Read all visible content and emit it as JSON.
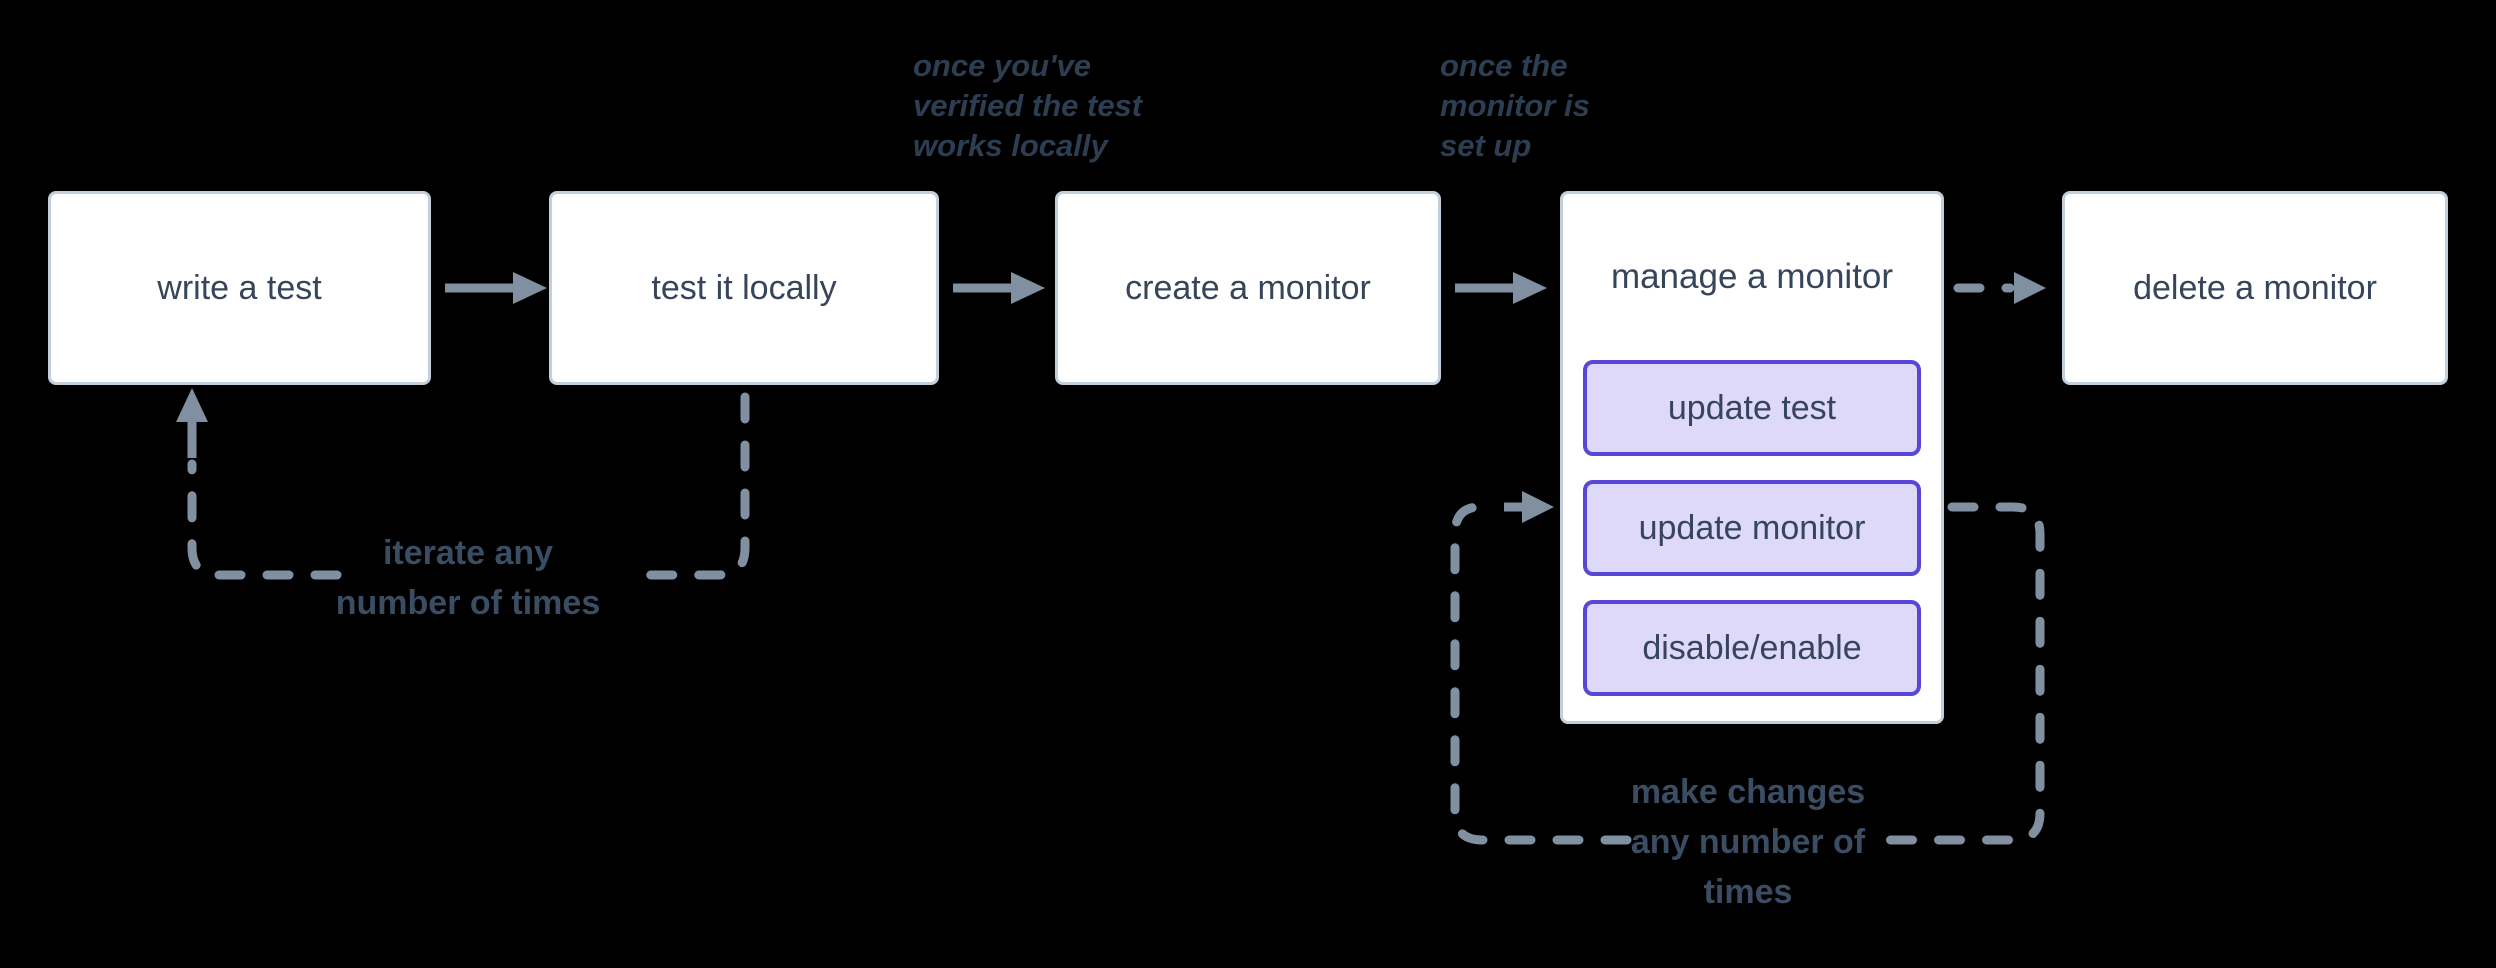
{
  "nodes": {
    "write_test": "write a test",
    "test_locally": "test it locally",
    "create_monitor": "create a monitor",
    "manage_monitor": "manage a monitor",
    "delete_monitor": "delete a monitor",
    "sub_actions": {
      "update_test": "update test",
      "update_monitor": "update monitor",
      "disable_enable": "disable/enable"
    }
  },
  "annotations": {
    "verified_locally": "once you've\nverified the test\nworks locally",
    "monitor_set_up": "once the\nmonitor is\nset up",
    "iterate_loop": "iterate any\nnumber of times",
    "changes_loop": "make changes\nany number of\ntimes"
  },
  "colors": {
    "background": "#000000",
    "box_fill": "#ffffff",
    "box_border": "#c3cfda",
    "box_text": "#36455a",
    "subbox_fill": "#ded9f8",
    "subbox_border": "#5847d6",
    "connector": "#8090a0",
    "annotation_text": "#2d3e52",
    "loop_label_text": "#3b4d63"
  }
}
